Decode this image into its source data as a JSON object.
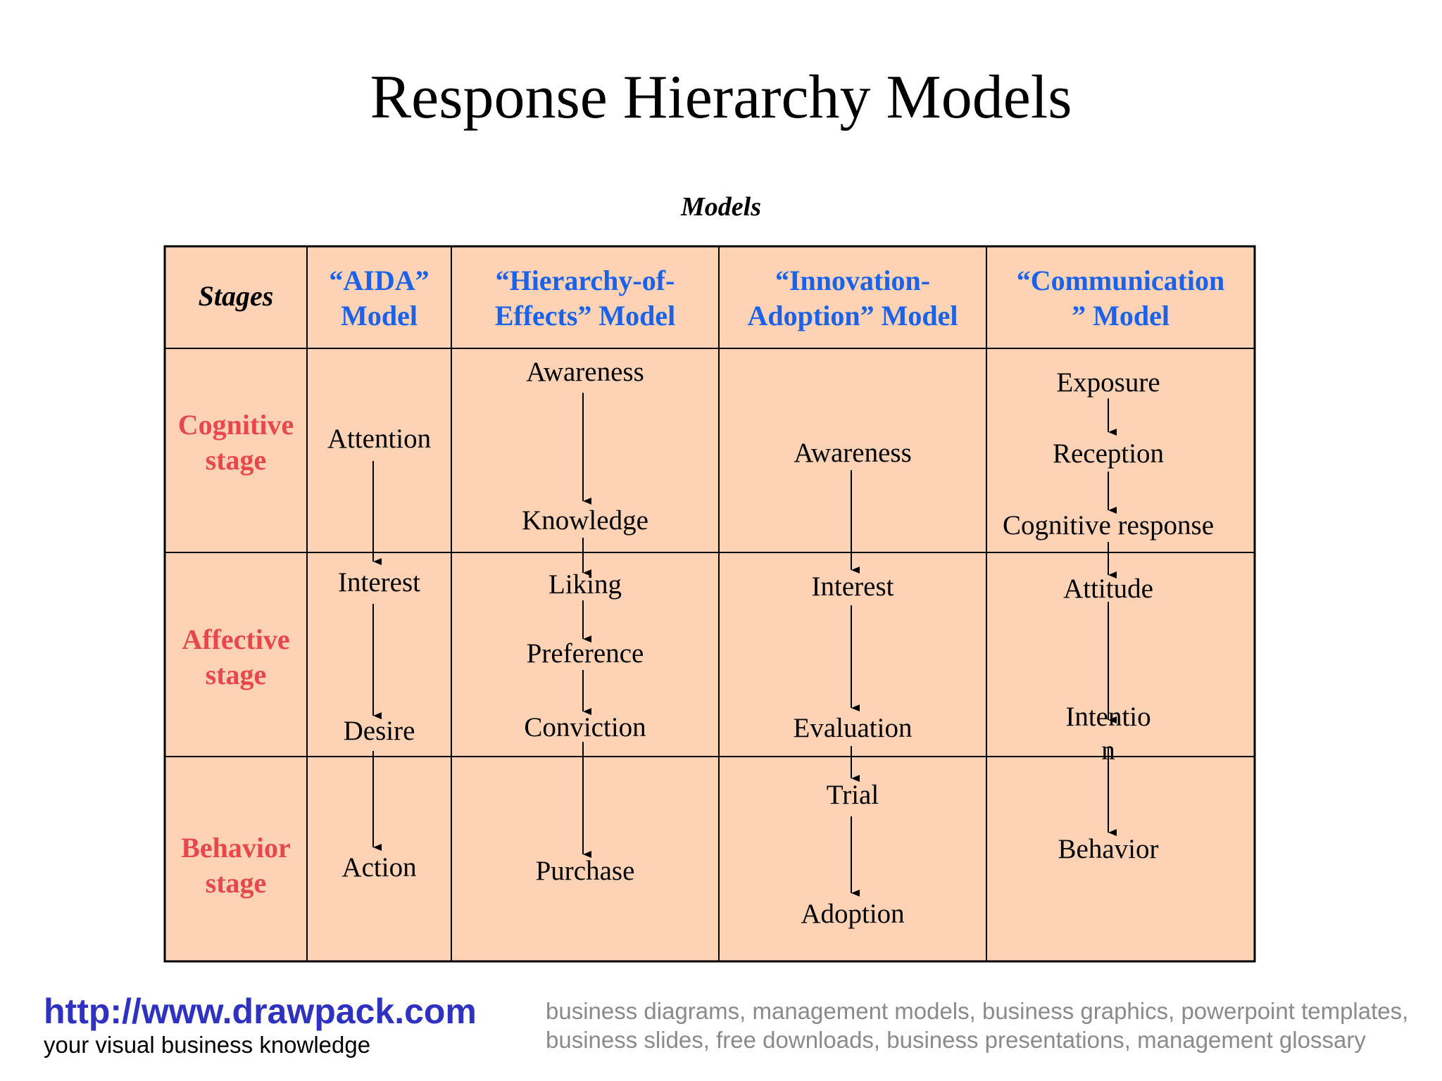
{
  "title": "Response Hierarchy Models",
  "subtitle": "Models",
  "table": {
    "stages_header": "Stages",
    "columns": [
      {
        "line1": "“AIDA”",
        "line2": "Model"
      },
      {
        "line1": "“Hierarchy-of-",
        "line2": "Effects” Model"
      },
      {
        "line1": "“Innovation-",
        "line2": "Adoption” Model"
      },
      {
        "line1": "“Communication",
        "line2": "” Model"
      }
    ],
    "stages": [
      {
        "line1": "Cognitive",
        "line2": "stage"
      },
      {
        "line1": "Affective",
        "line2": "stage"
      },
      {
        "line1": "Behavior",
        "line2": "stage"
      }
    ],
    "aida": [
      "Attention",
      "Interest",
      "Desire",
      "Action"
    ],
    "hierarchy_of_effects": [
      "Awareness",
      "Knowledge",
      "Liking",
      "Preference",
      "Conviction",
      "Purchase"
    ],
    "innovation_adoption": [
      "Awareness",
      "Interest",
      "Evaluation",
      "Trial",
      "Adoption"
    ],
    "communication": [
      "Exposure",
      "Reception",
      "Cognitive response",
      "Attitude",
      "Intentio",
      "n",
      "Behavior"
    ]
  },
  "footer": {
    "url": "http://www.drawpack.com",
    "tagline": "your visual business knowledge",
    "keywords": "business diagrams, management models, business graphics, powerpoint templates, business slides, free downloads, business presentations, management glossary"
  },
  "colors": {
    "cell_fill": "#fdd2b5",
    "header_text": "#1b62e8",
    "stage_text": "#e8474e",
    "url_text": "#2f31c0",
    "keywords_text": "#8a8a8a"
  }
}
